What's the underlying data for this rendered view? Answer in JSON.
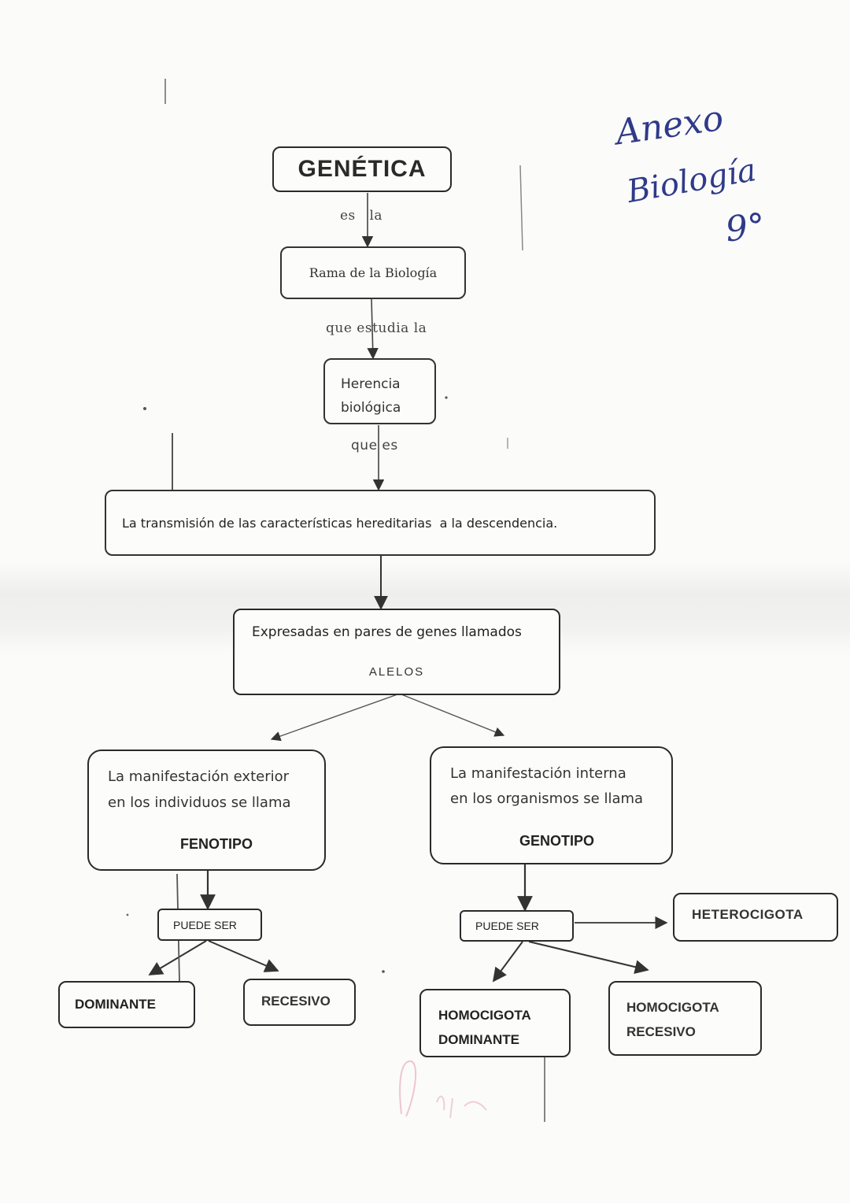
{
  "nodes": {
    "genetica": "GENÉTICA",
    "rama": "Rama de la Biología",
    "herencia": [
      "Herencia",
      "biológica"
    ],
    "transmision": "La transmisión de las características hereditarias  a la descendencia.",
    "expresadas": "Expresadas en pares de genes llamados",
    "alelos": "ALELOS",
    "manif_exterior": [
      "La manifestación exterior",
      "en los individuos se llama"
    ],
    "fenotipo": "FENOTIPO",
    "manif_interna": [
      "La manifestación interna",
      "en los organismos se llama"
    ],
    "genotipo": "GENOTIPO",
    "puede_ser_left": "PUEDE SER",
    "puede_ser_right": "PUEDE SER",
    "dominante": "DOMINANTE",
    "recesivo": "RECESIVO",
    "heterocigota": "HETEROCIGOTA",
    "homo_dominante": [
      "HOMOCIGOTA",
      "DOMINANTE"
    ],
    "homo_recesivo": [
      "HOMOCIGOTA",
      "RECESIVO"
    ]
  },
  "connectors": {
    "es_la": "es   la",
    "que_estudia_la": "que estudia la",
    "que_es": "que es"
  },
  "handwriting": {
    "line1": "Anexo",
    "line2": "Biología",
    "line3": "9°"
  },
  "colors": {
    "ink": "#222222",
    "border": "#333333",
    "handwriting": "#2f3a8a",
    "signature": "#d25a78"
  }
}
